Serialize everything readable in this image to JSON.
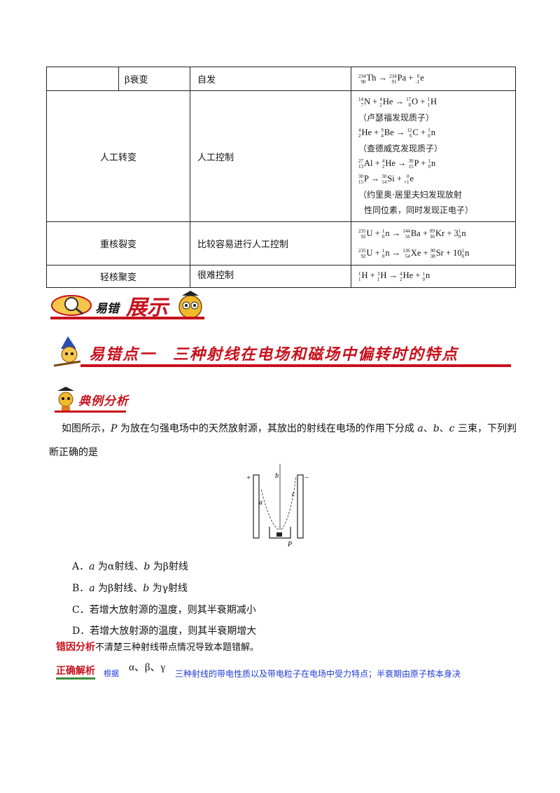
{
  "table": {
    "beta": {
      "type": "β衰变",
      "control": "自发",
      "eq": {
        "a1": "234",
        "z1": "90",
        "s1": "Th",
        "op1": "→",
        "a2": "234",
        "z2": "91",
        "s2": "Pa",
        "op2": "+",
        "a3": "0",
        "z3": "-1",
        "s3": "e"
      }
    },
    "artificial": {
      "type": "人工转变",
      "control": "人工控制",
      "eq1": {
        "a1": "14",
        "z1": "7",
        "s1": "N",
        "op1": "+",
        "a2": "4",
        "z2": "2",
        "s2": "He",
        "op2": "→",
        "a3": "17",
        "z3": "8",
        "s3": "O",
        "op3": "+",
        "a4": "1",
        "z4": "1",
        "s4": "H"
      },
      "note1": "（卢瑟福发现质子）",
      "eq2": {
        "a1": "4",
        "z1": "2",
        "s1": "He",
        "op1": "+",
        "a2": "9",
        "z2": "4",
        "s2": "Be",
        "op2": "→",
        "a3": "12",
        "z3": "6",
        "s3": "C",
        "op3": "+",
        "a4": "1",
        "z4": "0",
        "s4": "n"
      },
      "note2": "（查德威克发现质子）",
      "eq3": {
        "a1": "27",
        "z1": "13",
        "s1": "Al",
        "op1": "+",
        "a2": "4",
        "z2": "2",
        "s2": "He",
        "op2": "→",
        "a3": "30",
        "z3": "15",
        "s3": "P",
        "op3": "+",
        "a4": "1",
        "z4": "0",
        "s4": "n"
      },
      "eq4": {
        "a1": "30",
        "z1": "15",
        "s1": "P",
        "op1": "→",
        "a2": "30",
        "z2": "14",
        "s2": "Si",
        "op2": "+",
        "a3": "0",
        "z3": "+1",
        "s3": "e"
      },
      "note3a": "（约里奥·居里夫妇发现放射",
      "note3b": "性同位素，同时发现正电子）"
    },
    "fission": {
      "type": "重核裂变",
      "control": "比较容易进行人工控制",
      "eq1": {
        "a1": "235",
        "z1": "92",
        "s1": "U",
        "op1": "+",
        "a2": "1",
        "z2": "0",
        "s2": "n",
        "op2": "→",
        "a3": "144",
        "z3": "56",
        "s3": "Ba",
        "op3": "+",
        "a4": "89",
        "z4": "36",
        "s4": "Kr",
        "op4": "+ 3",
        "a5": "1",
        "z5": "0",
        "s5": "n"
      },
      "eq2": {
        "a1": "235",
        "z1": "92",
        "s1": "U",
        "op1": "+",
        "a2": "1",
        "z2": "0",
        "s2": "n",
        "op2": "→",
        "a3": "136",
        "z3": "54",
        "s3": "Xe",
        "op3": "+",
        "a4": "90",
        "z4": "38",
        "s4": "Sr",
        "op4": "+ 10",
        "a5": "1",
        "z5": "0",
        "s5": "n"
      }
    },
    "fusion": {
      "type": "轻核聚变",
      "control": "很难控制",
      "eq": {
        "a1": "1",
        "z1": "1",
        "s1": "H",
        "op1": "+",
        "a2": "3",
        "z2": "1",
        "s2": "H",
        "op2": "→",
        "a3": "4",
        "z3": "2",
        "s3": "He",
        "op3": "+",
        "a4": "1",
        "z4": "0",
        "s4": "n"
      }
    }
  },
  "banner1": {
    "small": "易错",
    "big": "展示"
  },
  "banner2": {
    "title": "易错点一　三种射线在电场和磁场中偏转时的特点"
  },
  "banner3": {
    "title": "典例分析"
  },
  "question": {
    "intro_a": "如图所示，",
    "p": "P",
    "intro_b": " 为放在匀强电场中的天然放射源，其放出的射线在电场的作用下分成 ",
    "a": "a",
    "sep1": "、",
    "b": "b",
    "sep2": "、",
    "c": "c",
    "intro_c": " 三束，下列判",
    "line2": "断正确的是"
  },
  "figure": {
    "plus": "+",
    "minus": "−",
    "a": "a",
    "b": "b",
    "c": "c",
    "p": "P"
  },
  "options": {
    "A": {
      "prefix": "A．",
      "v1": "a",
      "t1": " 为α射线、",
      "v2": "b",
      "t2": " 为β射线"
    },
    "B": {
      "prefix": "B．",
      "v1": "a",
      "t1": " 为β射线、",
      "v2": "b",
      "t2": " 为γ射线"
    },
    "C": {
      "prefix": "C．",
      "t": "若增大放射源的温度，则其半衰期减小"
    },
    "D": {
      "prefix": "D．",
      "t": "若增大放射源的温度，则其半衰期增大"
    }
  },
  "analysis": {
    "label": "错因分析",
    "text": "不清楚三种射线带点情况导致本题错解。"
  },
  "solution": {
    "label": "正确解析",
    "gen": "根据",
    "greek": "α、β、γ",
    "text": "三种射线的带电性质以及带电粒子在电场中受力特点；半衰期由原子核本身决"
  },
  "colors": {
    "red": "#c8111d",
    "blue": "#1e3ad8",
    "orange": "#e8a21a"
  }
}
